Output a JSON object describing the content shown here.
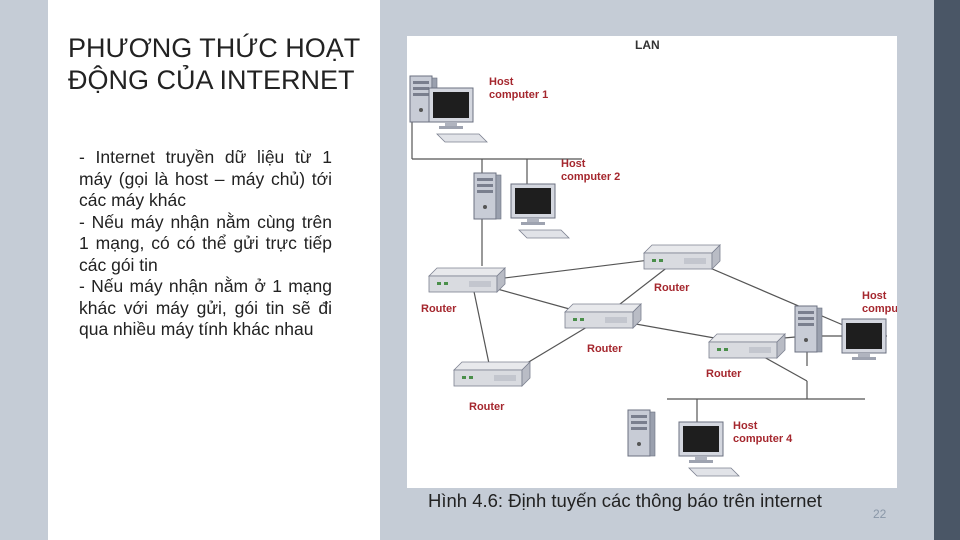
{
  "slide": {
    "title": "PHƯƠNG THỨC HOẠT ĐỘNG CỦA INTERNET",
    "bullets": [
      "- Internet truyền dữ liệu từ 1 máy (gọi là host – máy chủ) tới các máy khác",
      "- Nếu máy nhận nằm cùng trên 1 mạng, có có thể gửi trực tiếp các gói tin",
      "- Nếu máy nhận nằm ở 1 mạng khác với máy gửi, gói tin sẽ đi qua nhiều máy tính khác nhau"
    ],
    "page_number": "22"
  },
  "diagram": {
    "lan_label": "LAN",
    "host1_label": [
      "Host",
      "computer 1"
    ],
    "host2_label": [
      "Host",
      "computer 2"
    ],
    "host3_label": [
      "Host",
      "compu"
    ],
    "host4_label": [
      "Host",
      "computer 4"
    ],
    "router_label": "Router",
    "caption": "Hình 4.6: Định tuyến các thông báo trên internet"
  }
}
